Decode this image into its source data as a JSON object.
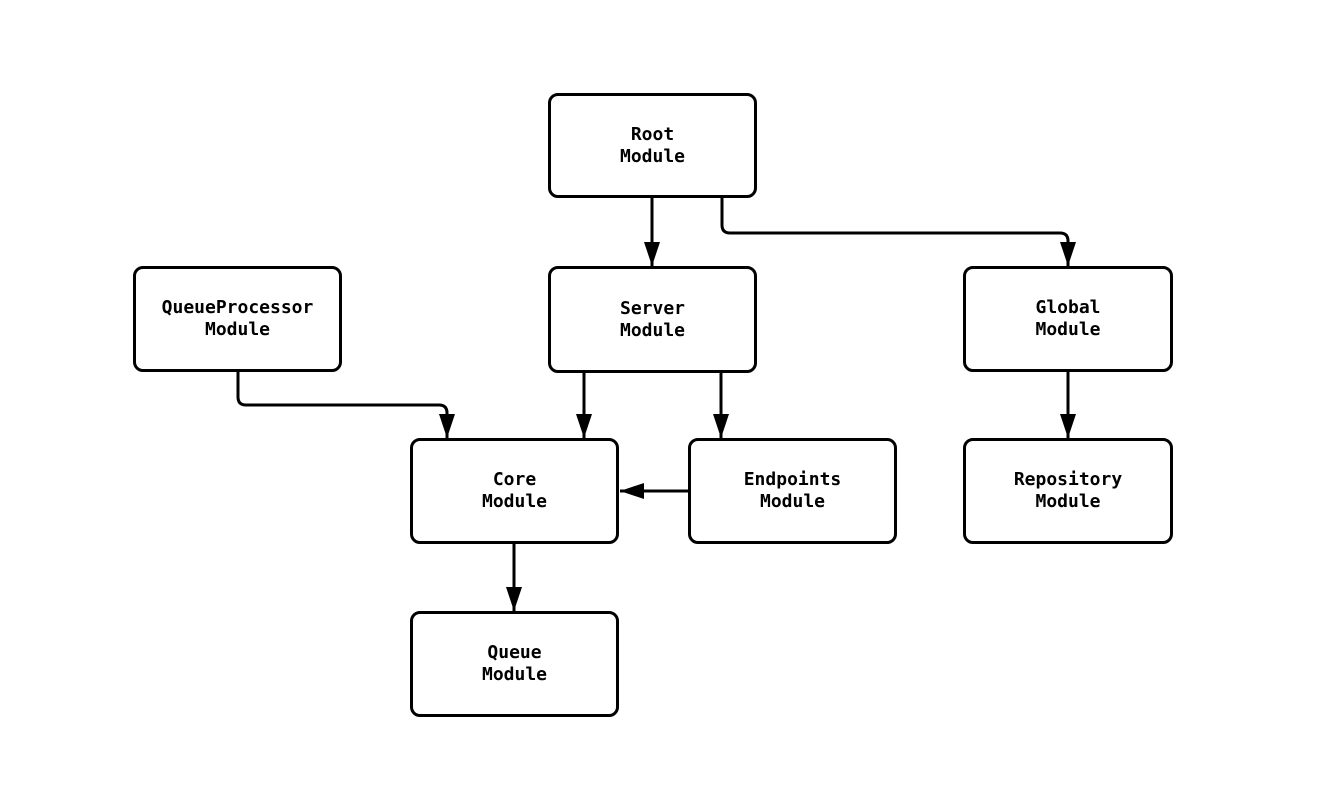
{
  "diagram": {
    "type": "flowchart",
    "background_color": "#ffffff",
    "node_fill_color": "#ffffff",
    "node_border_color": "#000000",
    "edge_color": "#000000",
    "text_color": "#000000",
    "nodes": [
      {
        "id": "root",
        "line1": "Root",
        "line2": "Module"
      },
      {
        "id": "queueprocessor",
        "line1": "QueueProcessor",
        "line2": "Module"
      },
      {
        "id": "server",
        "line1": "Server",
        "line2": "Module"
      },
      {
        "id": "global",
        "line1": "Global",
        "line2": "Module"
      },
      {
        "id": "core",
        "line1": "Core",
        "line2": "Module"
      },
      {
        "id": "endpoints",
        "line1": "Endpoints",
        "line2": "Module"
      },
      {
        "id": "repository",
        "line1": "Repository",
        "line2": "Module"
      },
      {
        "id": "queue",
        "line1": "Queue",
        "line2": "Module"
      }
    ],
    "edges": [
      {
        "from": "Root Module",
        "to": "Server Module"
      },
      {
        "from": "Root Module",
        "to": "Global Module"
      },
      {
        "from": "QueueProcessor Module",
        "to": "Core Module"
      },
      {
        "from": "Server Module",
        "to": "Core Module"
      },
      {
        "from": "Server Module",
        "to": "Endpoints Module"
      },
      {
        "from": "Endpoints Module",
        "to": "Core Module"
      },
      {
        "from": "Global Module",
        "to": "Repository Module"
      },
      {
        "from": "Core Module",
        "to": "Queue Module"
      }
    ]
  }
}
